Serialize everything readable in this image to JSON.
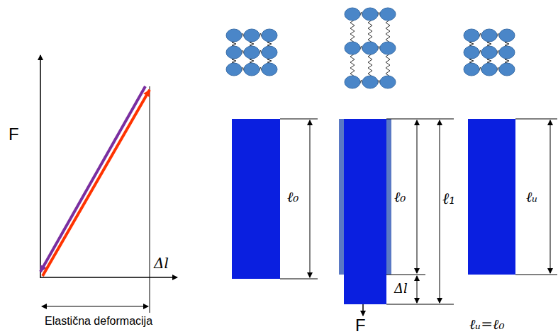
{
  "diagram": {
    "labels": [
      "F",
      "Δl",
      "Elastična deformacija",
      "ℓ₀",
      "ℓ₀",
      "ℓ₁",
      "Δl",
      "F",
      "ℓᵤ",
      "ℓᵤ=ℓ₀"
    ]
  }
}
